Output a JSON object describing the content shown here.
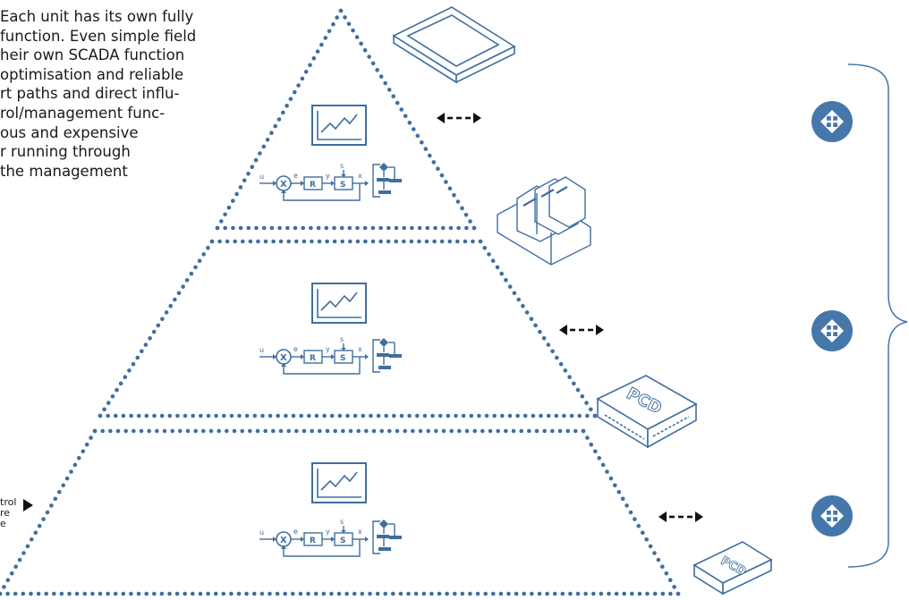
{
  "intro_lines": [
    "Each unit has its own fully",
    "function. Even simple field",
    "heir own SCADA function",
    "optimisation and reliable",
    "rt paths and direct influ-",
    "rol/management func-",
    "ous and expensive",
    "r running through",
    "the management"
  ],
  "side_note_lines": [
    "trol",
    "re",
    "e"
  ],
  "control_loop": {
    "u": "u",
    "x_node": "X",
    "e": "e",
    "r": "R",
    "y": "y",
    "s_in": "s",
    "s_box": "S",
    "x_out": "x"
  },
  "colors": {
    "dots": "#3f6e9f",
    "device": "#3f6e9f",
    "icon_circle": "#4677aa",
    "arrows": "#111111"
  },
  "icons": [
    "trend-chart-icon",
    "control-loop-icon",
    "flowchart-icon",
    "network-node-icon",
    "touch-panel-device-icon",
    "io-module-device-icon",
    "pcd-controller-device-icon",
    "small-controller-device-icon"
  ]
}
